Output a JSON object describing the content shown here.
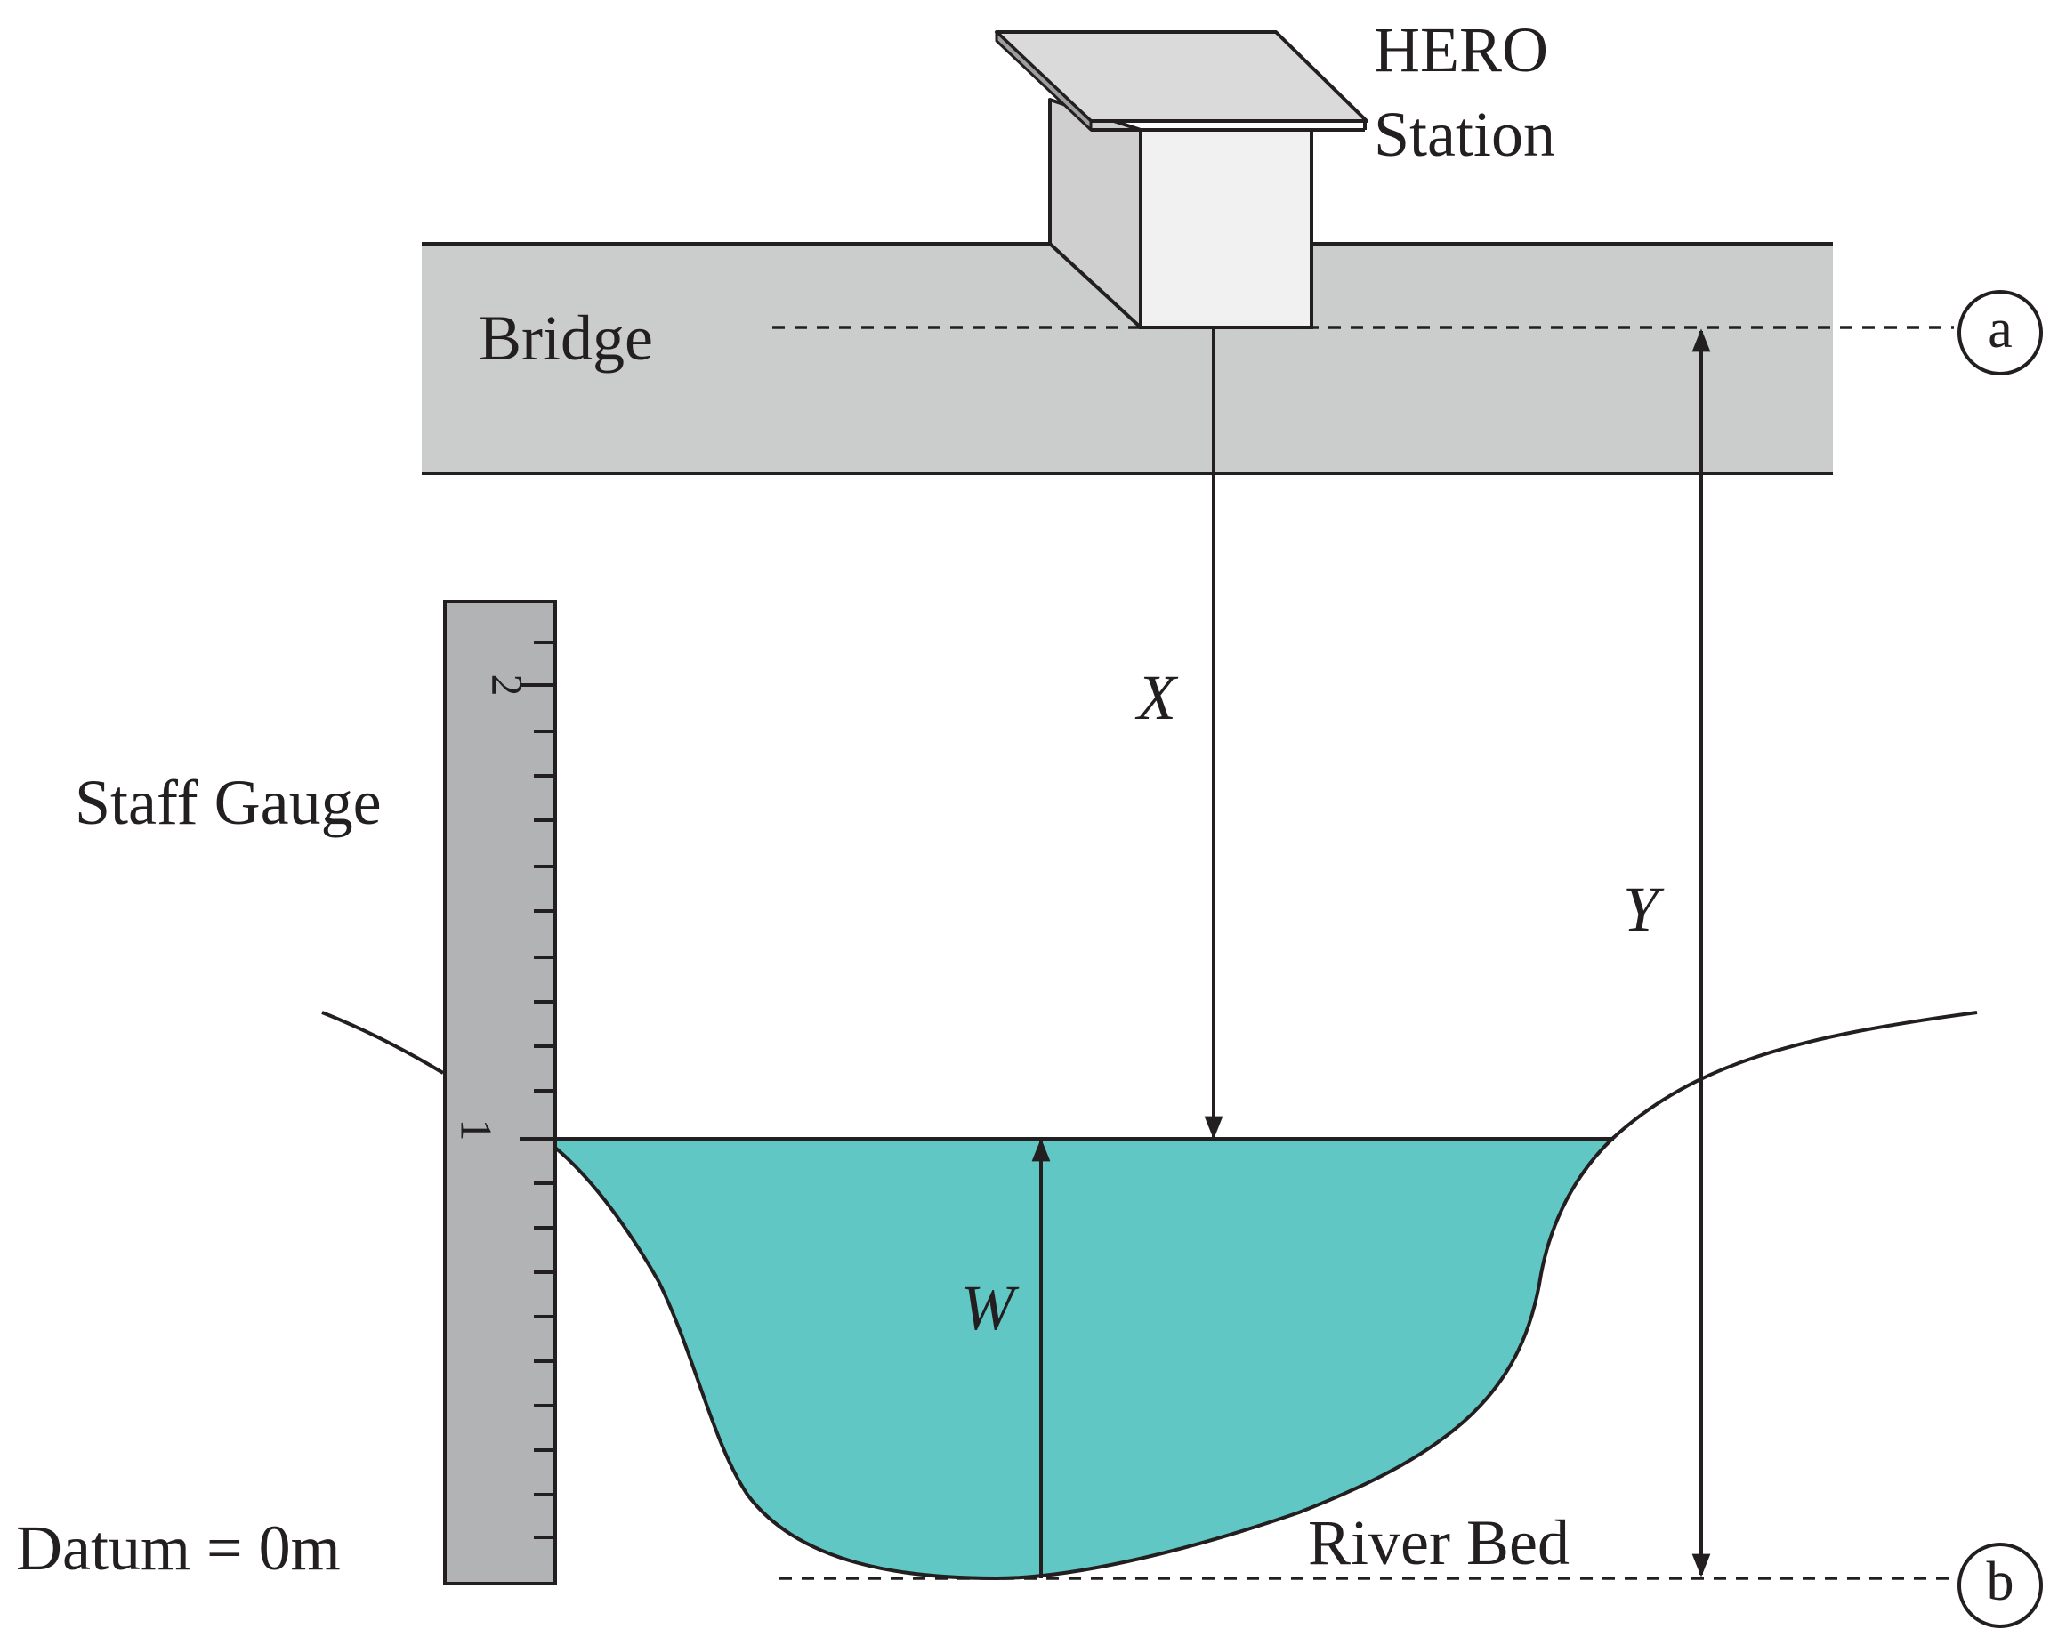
{
  "station": {
    "line1": "HERO",
    "line2": "Station"
  },
  "bridge": {
    "label": "Bridge"
  },
  "gauge": {
    "label": "Staff Gauge",
    "tick_1": "1",
    "tick_2": "2"
  },
  "variables": {
    "x": "X",
    "y": "Y",
    "w": "W"
  },
  "markers": {
    "a": "a",
    "b": "b"
  },
  "datum": {
    "label": "Datum = 0m"
  },
  "riverbed": {
    "label": "River Bed"
  },
  "colors": {
    "water": "#61c7c4",
    "bridge": "#cbcccc",
    "gauge": "#b2b3b5",
    "station_front": "#f1f1f1",
    "station_side": "#cfcfd0",
    "station_roof": "#dadada",
    "stroke": "#231f20"
  }
}
